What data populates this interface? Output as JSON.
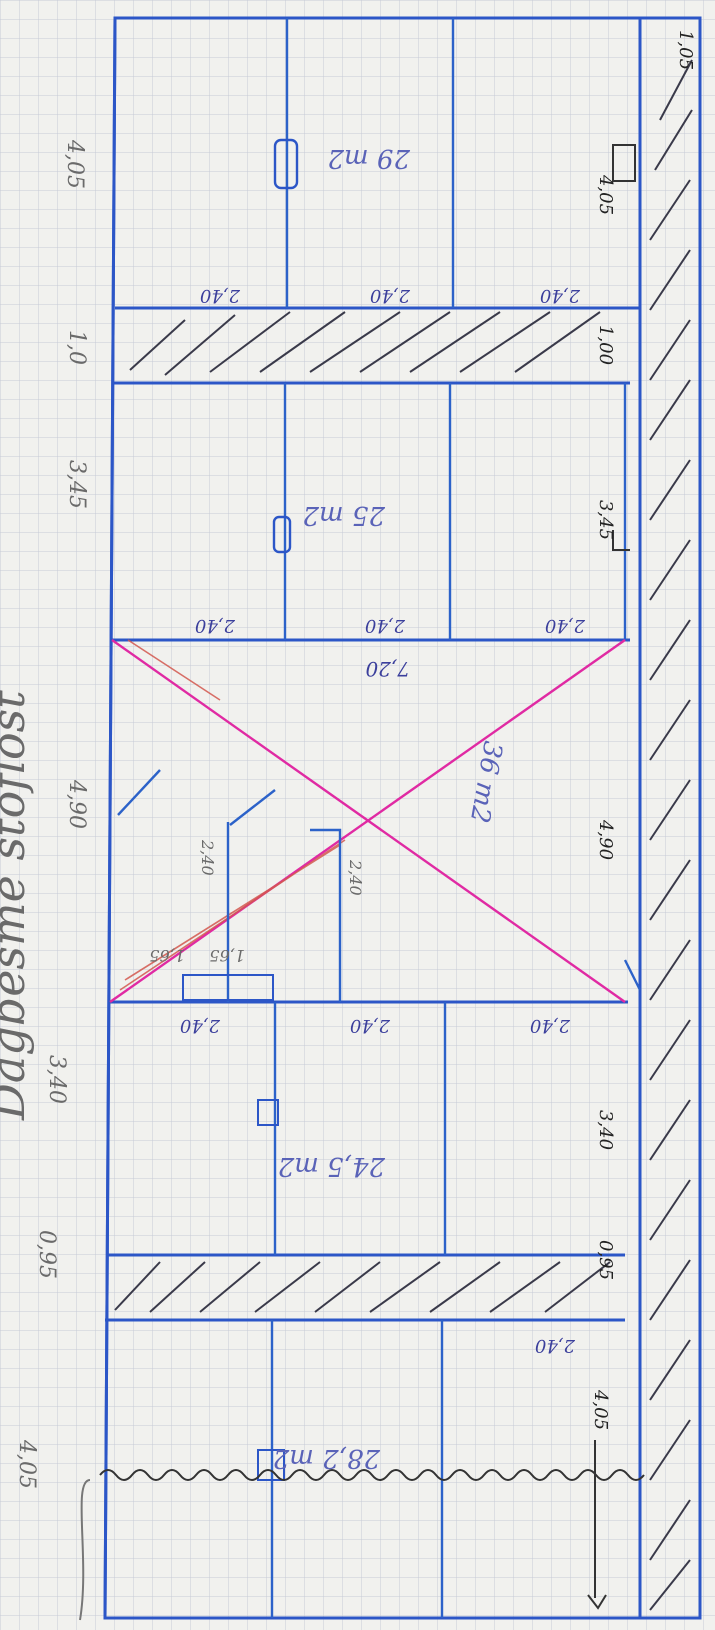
{
  "title": "Dagbesme stoflost",
  "colors": {
    "paper": "#f1f1ee",
    "grid": "#c6cbd6",
    "walls": "#2c56c7",
    "diagonals": "#e02aa3",
    "annotation": "#3b3f9c"
  },
  "left_dimensions": [
    "4,05",
    "1,0",
    "3,45",
    "4,90",
    "3,40",
    "0,95",
    "4,05"
  ],
  "right_dimensions": [
    "1,05",
    "4,05",
    "1,00",
    "3,45",
    "4,90",
    "3,40",
    "0,95",
    "4,05"
  ],
  "rooms": [
    {
      "area": "29 m2",
      "widths": [
        "2,40",
        "2,40",
        "2,40"
      ]
    },
    {
      "area": "25 m2",
      "widths": [
        "2,40",
        "2,40",
        "2,40"
      ]
    },
    {
      "area": "36 m2",
      "span": "7,20",
      "widths": [
        "2,40",
        "2,40",
        "1,65",
        "1,65"
      ]
    },
    {
      "area": "24,5 m2",
      "widths": [
        "2,40",
        "2,40",
        "2,40"
      ]
    },
    {
      "area": "28,2 m2",
      "widths": [
        "2,40"
      ]
    }
  ]
}
